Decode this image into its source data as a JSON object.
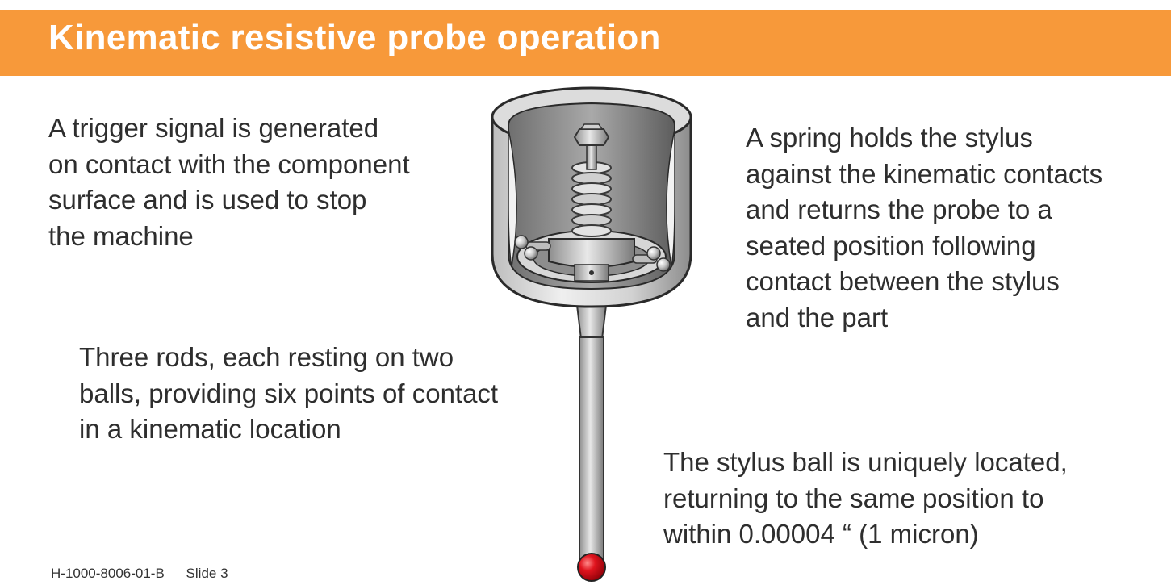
{
  "slide": {
    "title": "Kinematic resistive probe operation",
    "notes": {
      "trigger": "A trigger signal is generated\non contact with the component\nsurface and is used to stop\nthe machine",
      "spring": "A spring holds the stylus\nagainst the kinematic contacts\nand returns the probe to a\nseated position following\ncontact between the stylus\nand the part",
      "rods": "Three rods, each resting on two\nballs, providing six points of contact\nin a kinematic location",
      "stylus_ball": "The stylus ball is uniquely located,\nreturning to the same position to\nwithin 0.00004 “ (1 micron)"
    },
    "footer": {
      "doc_number": "H-1000-8006-01-B",
      "slide_label": "Slide 3"
    }
  },
  "colors": {
    "title_bar": "#f7993a",
    "title_text": "#ffffff",
    "body_text": "#2e2e2e",
    "stylus_tip": "#e0141e"
  },
  "illustration": {
    "icon": "kinematic-probe-cutaway-icon"
  }
}
